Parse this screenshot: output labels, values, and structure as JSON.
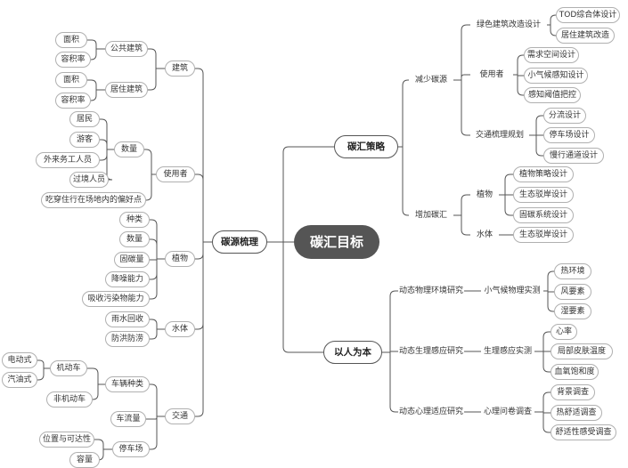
{
  "root": "碳汇目标",
  "strategy": {
    "label": "碳汇策略",
    "reduce": {
      "label": "减少碳源",
      "green_building": {
        "label": "绿色建筑改造设计",
        "items": [
          "TOD综合体设计",
          "居住建筑改造"
        ]
      },
      "users": {
        "label": "使用者",
        "items": [
          "需求空间设计",
          "小气候感知设计",
          "感知阈值把控"
        ]
      },
      "traffic": {
        "label": "交通梳理规划",
        "items": [
          "分流设计",
          "停车场设计",
          "慢行通道设计"
        ]
      }
    },
    "increase": {
      "label": "增加碳汇",
      "plants": {
        "label": "植物",
        "items": [
          "植物策略设计",
          "生态驳岸设计",
          "固碳系统设计"
        ]
      },
      "water": {
        "label": "水体",
        "items": [
          "生态驳岸设计"
        ]
      }
    }
  },
  "human": {
    "label": "以人为本",
    "physical": {
      "label": "动态物理环境研究",
      "method": "小气候物理实测",
      "items": [
        "热环境",
        "风要素",
        "湿要素"
      ]
    },
    "physio": {
      "label": "动态生理感应研究",
      "method": "生理感应实测",
      "items": [
        "心率",
        "局部皮肤温度",
        "血氧饱和度"
      ]
    },
    "psych": {
      "label": "动态心理适应研究",
      "method": "心理问卷调查",
      "items": [
        "背景调查",
        "热舒适调查",
        "舒适性感受调查"
      ]
    }
  },
  "source": {
    "label": "碳源梳理",
    "building": {
      "label": "建筑",
      "public": {
        "label": "公共建筑",
        "items": [
          "面积",
          "容积率"
        ]
      },
      "residential": {
        "label": "居住建筑",
        "items": [
          "面积",
          "容积率"
        ]
      }
    },
    "users": {
      "label": "使用者",
      "count": {
        "label": "数量",
        "items": [
          "居民",
          "游客",
          "外来务工人员",
          "过境人员"
        ]
      },
      "preference": "吃穿住行在场地内的偏好点"
    },
    "plants": {
      "label": "植物",
      "items": [
        "种类",
        "数量",
        "固碳量",
        "降噪能力",
        "吸收污染物能力"
      ]
    },
    "water": {
      "label": "水体",
      "items": [
        "雨水回收",
        "防洪防涝"
      ]
    },
    "traffic": {
      "label": "交通",
      "vehicle_type": {
        "label": "车辆种类",
        "motor": {
          "label": "机动车",
          "items": [
            "电动式",
            "汽油式"
          ]
        },
        "non_motor": "非机动车"
      },
      "flow": "车流量",
      "parking": {
        "label": "停车场",
        "items": [
          "位置与可达性",
          "容量"
        ]
      }
    }
  },
  "colors": {
    "line": "#555555",
    "border": "#b0b0b0",
    "root_bg": "#555555",
    "root_text": "#ffffff",
    "text": "#333333"
  }
}
